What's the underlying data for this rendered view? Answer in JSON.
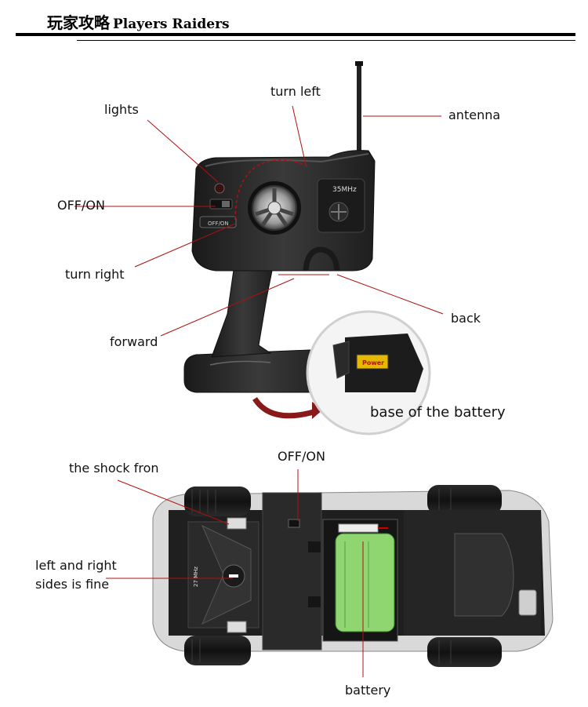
{
  "header": {
    "title_cn": "玩家攻略",
    "title_en": "Players Raiders"
  },
  "remote": {
    "labels": {
      "lights": "lights",
      "turn_left": "turn left",
      "antenna": "antenna",
      "off_on": "OFF/ON",
      "turn_right": "turn right",
      "back": "back",
      "forward": "forward",
      "battery_base": "base of the battery"
    },
    "frequency": "35MHz",
    "switch_label": "OFF/ON",
    "battery_brand": "Power"
  },
  "car": {
    "labels": {
      "shock": "the shock fron",
      "sides_line1": "left and right",
      "sides_line2": "sides is fine",
      "off_on": "OFF/ON",
      "battery": "battery"
    },
    "frequency": "27 MHz"
  },
  "colors": {
    "leader_line": "#b01010",
    "remote_body": "#2a2a2a",
    "battery_pack": "#8fd670",
    "arrow": "#8a1a1a"
  }
}
